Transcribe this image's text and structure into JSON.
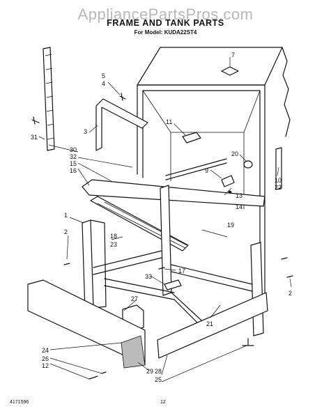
{
  "header": {
    "watermark": "AppliancePartsPros.com",
    "title": "FRAME AND TANK PARTS",
    "subtitle": "For Model: KUDA22ST4"
  },
  "footer": {
    "doc_number": "4171596",
    "page_number": "12"
  },
  "callouts": [
    "7",
    "5",
    "4",
    "3",
    "11",
    "31",
    "30",
    "32",
    "15",
    "16",
    "20",
    "9",
    "10",
    "22",
    "13",
    "14",
    "1",
    "2",
    "18",
    "23",
    "19",
    "17",
    "33",
    "27",
    "21",
    "2",
    "24",
    "26",
    "12",
    "29",
    "28",
    "25"
  ]
}
